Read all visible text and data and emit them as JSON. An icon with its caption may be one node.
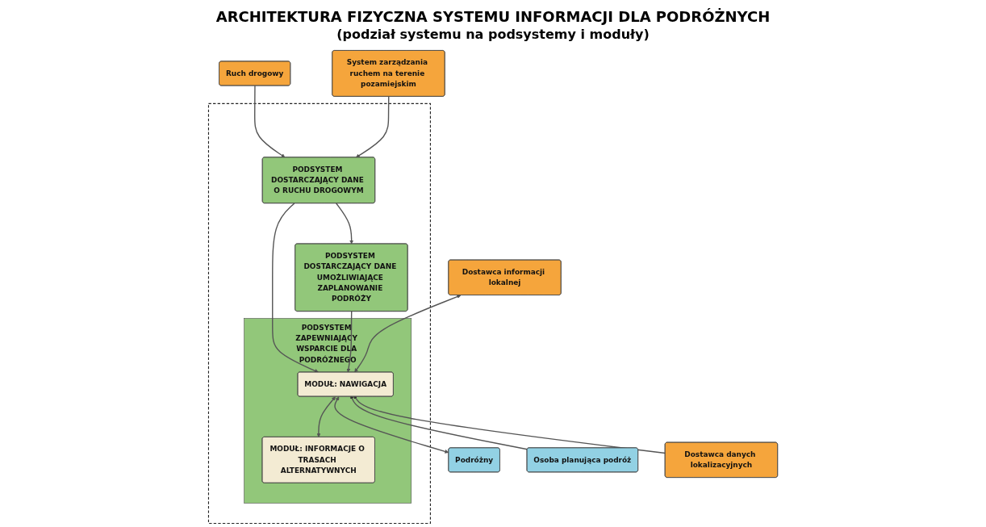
{
  "diagram": {
    "title": "ARCHITEKTURA FIZYCZNA SYSTEMU INFORMACJI DLA PODRÓŻNYCH",
    "nodes": [
      {
        "text": [
          "Ruch drogowy"
        ]
      },
      {
        "text": [],
        "shape": "box"
      },
      {
        "text": [
          "PODSYSTEM DOSTARCZAJĄCY DANE O RUCHU DROGOWYM"
        ],
        "in": 1
      },
      {
        "text": [
          "PODSYSTEM ZAPEWNIAJĄCY WSPARCIE DLA PODRÓŻNEGO"
        ],
        "in": 1
      },
      {
        "text": [
          "MODUŁ: NAWIGACJA"
        ],
        "in": 3
      },
      {
        "text": [
          "Dostawca informacji lokalnej"
        ]
      },
      {
        "text": [
          "System zarządzania ruchem na terenie pozamiejskim"
        ]
      },
      {
        "text": [
          "PODSYSTEM DOSTARCZAJĄCY DANE UMOŻLIWIAJĄCE ZAPLANOWANIE PODRÓŻY"
        ],
        "in": 1
      },
      {
        "text": [
          "MODUŁ: INFORMACJE O TRASACH ALTERNATYWNYCH"
        ],
        "in": 3
      },
      {
        "text": [
          "Dostawca danych lokalizacyjnych"
        ]
      },
      {
        "text": [
          "Podróżny"
        ]
      },
      {
        "text": [
          "Osoba planująca podróż"
        ]
      }
    ],
    "edges": [
      {
        "from": 0,
        "to": 2,
        "arrow": "to"
      },
      {
        "from": 6,
        "to": 2,
        "arrow": "to"
      },
      {
        "from": 2,
        "to": 7,
        "arrow": "to"
      },
      {
        "from": 2,
        "to": 4,
        "arrow": "to"
      },
      {
        "from": 7,
        "to": 4,
        "arrow": "to"
      },
      {
        "from": 5,
        "to": 4,
        "arrow": "both"
      },
      {
        "from": 9,
        "to": 4,
        "arrow": "to"
      },
      {
        "from": 4,
        "to": 8,
        "arrow": "both"
      },
      {
        "from": 10,
        "to": 4,
        "arrow": "both"
      },
      {
        "from": 11,
        "to": 4,
        "arrow": "to"
      }
    ],
    "labels": [
      "(podział systemu na podsystemy i moduły)"
    ]
  }
}
